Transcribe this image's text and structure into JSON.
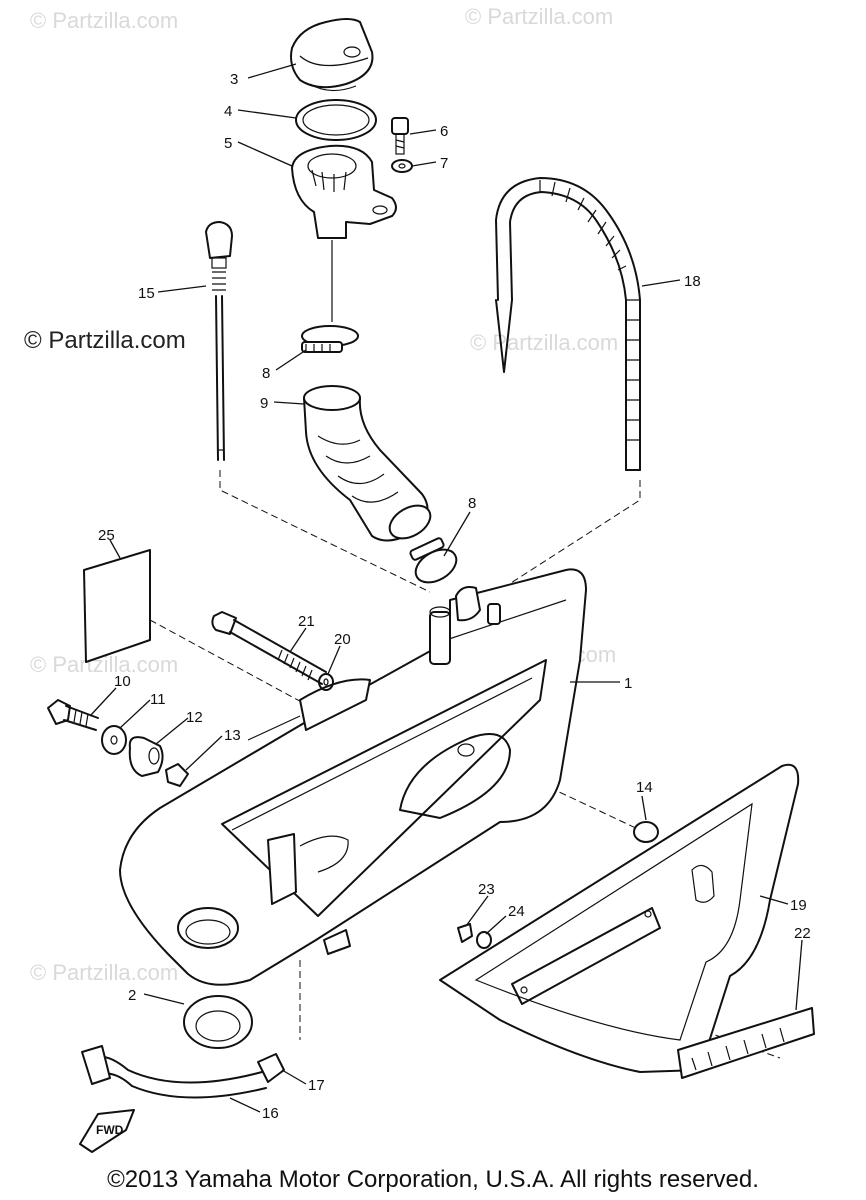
{
  "watermarks": {
    "light": "© Partzilla.com",
    "dark": "© Partzilla.com"
  },
  "copyright": "©2013 Yamaha Motor Corporation, U.S.A. All rights reserved.",
  "callouts": [
    {
      "id": "c3",
      "label": "3"
    },
    {
      "id": "c4",
      "label": "4"
    },
    {
      "id": "c5",
      "label": "5"
    },
    {
      "id": "c6",
      "label": "6"
    },
    {
      "id": "c7",
      "label": "7"
    },
    {
      "id": "c15",
      "label": "15"
    },
    {
      "id": "c18",
      "label": "18"
    },
    {
      "id": "c8a",
      "label": "8"
    },
    {
      "id": "c9",
      "label": "9"
    },
    {
      "id": "c8b",
      "label": "8"
    },
    {
      "id": "c25",
      "label": "25"
    },
    {
      "id": "c21",
      "label": "21"
    },
    {
      "id": "c20",
      "label": "20"
    },
    {
      "id": "c1",
      "label": "1"
    },
    {
      "id": "c10",
      "label": "10"
    },
    {
      "id": "c11",
      "label": "11"
    },
    {
      "id": "c12",
      "label": "12"
    },
    {
      "id": "c13",
      "label": "13"
    },
    {
      "id": "c14",
      "label": "14"
    },
    {
      "id": "c19",
      "label": "19"
    },
    {
      "id": "c23",
      "label": "23"
    },
    {
      "id": "c24",
      "label": "24"
    },
    {
      "id": "c22",
      "label": "22"
    },
    {
      "id": "c2",
      "label": "2"
    },
    {
      "id": "c17",
      "label": "17"
    },
    {
      "id": "c16",
      "label": "16"
    }
  ],
  "fwd_label": "FWD"
}
